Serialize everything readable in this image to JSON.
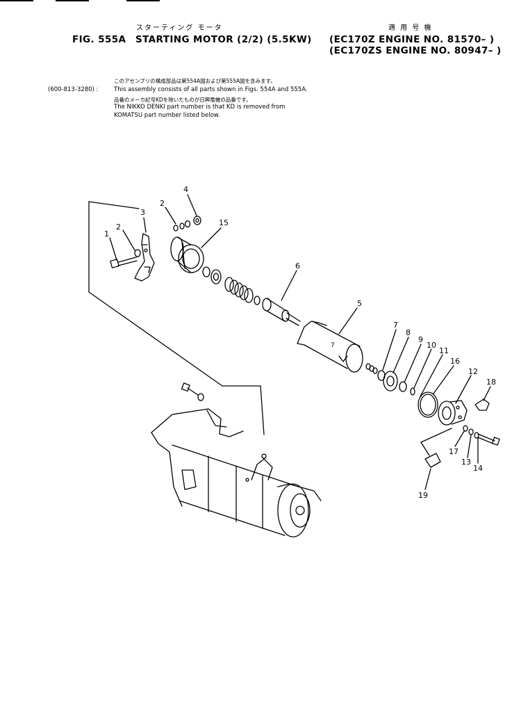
{
  "header": {
    "jp_title": "スターティング モータ",
    "jp_applicable": "適 用 号 機",
    "fig_label": "FIG. 555A",
    "title": "STARTING MOTOR (2/2) (5.5KW)",
    "applicability": [
      "(EC170Z   ENGINE NO. 81570– )",
      "(EC170ZS  ENGINE NO. 80947– )"
    ]
  },
  "notes": {
    "jp_line1": "このアセンブリの構成部品は第554A図および第555A図を含みます。",
    "part_ref": "(600-813-3280) :",
    "line1": "This assembly consists of all parts shown in Figs. 554A and 555A.",
    "jp_line2": "品番のメーカ記号KDを除いたものが日興電機の品番です。",
    "line2": "The NIKKO DENKI part number is that KD is removed from",
    "line3": "KOMATSU part number listed below."
  },
  "callouts": [
    "1",
    "2",
    "3",
    "2",
    "4",
    "15",
    "6",
    "5",
    "7",
    "8",
    "9",
    "10",
    "11",
    "16",
    "12",
    "18",
    "17",
    "13",
    "14",
    "19"
  ]
}
